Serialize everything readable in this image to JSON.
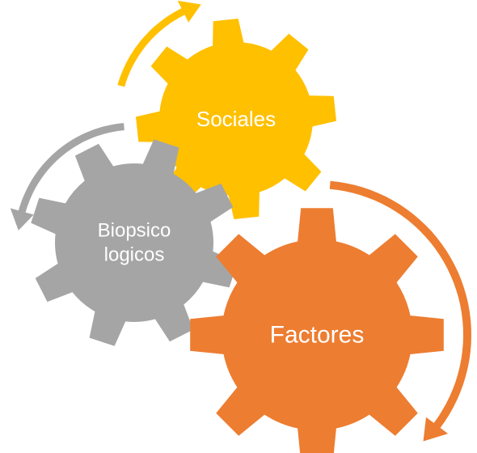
{
  "diagram": {
    "gears": [
      {
        "id": "sociales",
        "label_lines": [
          "Sociales"
        ],
        "color": "#FFC000"
      },
      {
        "id": "biopsico",
        "label_lines": [
          "Biopsico",
          "logicos"
        ],
        "color": "#A5A5A5"
      },
      {
        "id": "factores",
        "label_lines": [
          "Factores"
        ],
        "color": "#ED7D31"
      }
    ],
    "arrows": [
      {
        "id": "yellow-arrow",
        "color": "#FFC000"
      },
      {
        "id": "gray-arrow",
        "color": "#A5A5A5"
      },
      {
        "id": "orange-arrow",
        "color": "#ED7D31"
      }
    ]
  }
}
